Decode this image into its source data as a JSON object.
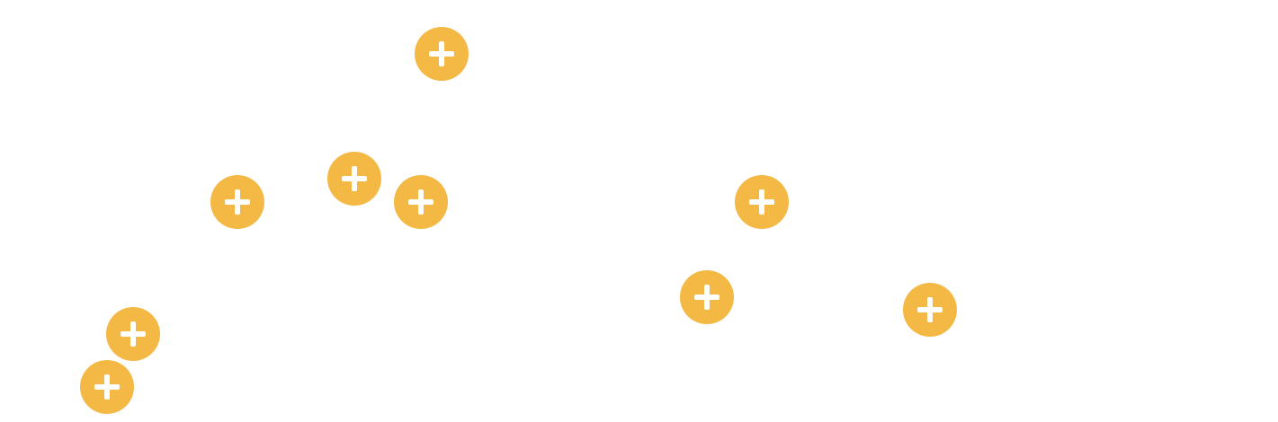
{
  "colors": {
    "hotspot_fill": "#F4B944",
    "hotspot_glyph": "#FFFFFF",
    "background": "#FFFFFF"
  },
  "hotspot_icon": "plus-icon",
  "hotspots": [
    {
      "id": 1
    },
    {
      "id": 2
    },
    {
      "id": 3
    },
    {
      "id": 4
    },
    {
      "id": 5
    },
    {
      "id": 6
    },
    {
      "id": 7
    },
    {
      "id": 8
    },
    {
      "id": 9
    }
  ]
}
